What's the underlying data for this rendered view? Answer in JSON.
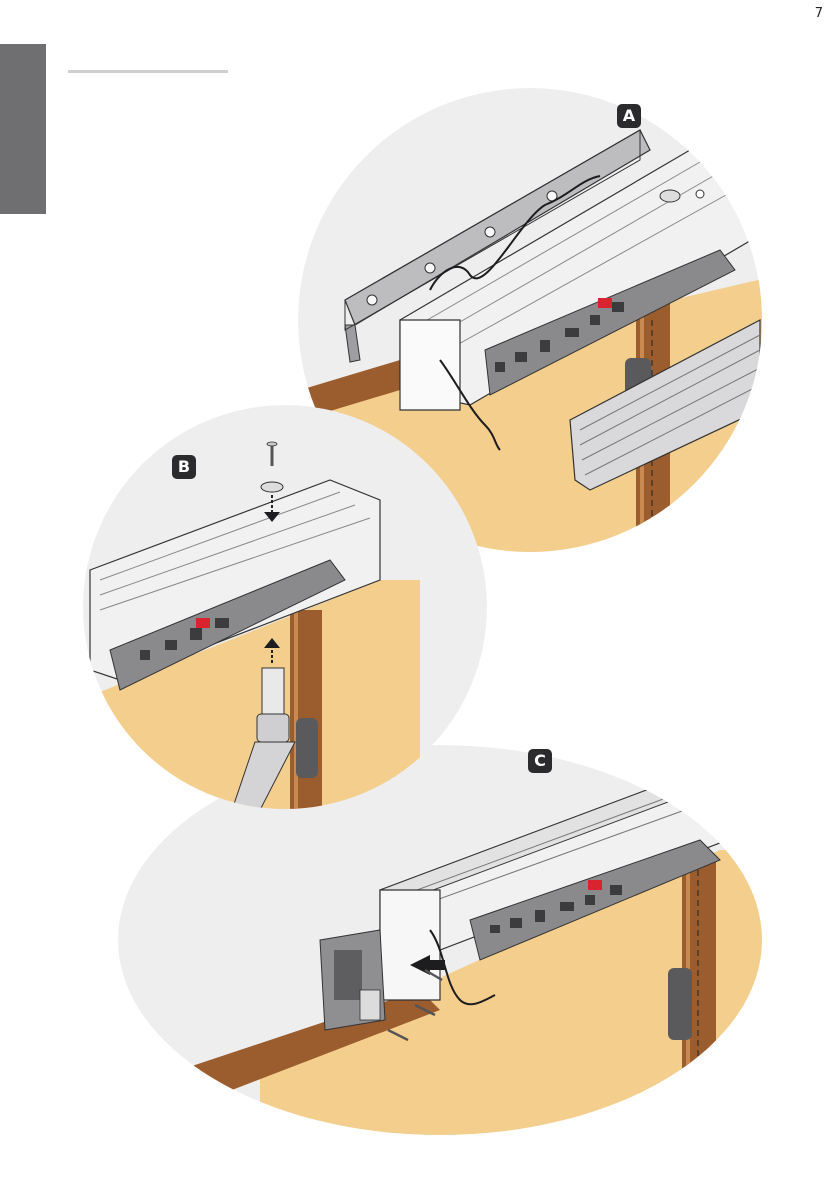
{
  "page_number": "7",
  "steps": {
    "a": "A",
    "b": "B",
    "c": "C"
  },
  "colors": {
    "side_tab": "#6f6f72",
    "circle_bg": "#eeeeef",
    "door_panel": "#f3ce8c",
    "wood": "#9b5c2e",
    "profile": "#f1f1f1",
    "badge": "#2b2b2d"
  }
}
